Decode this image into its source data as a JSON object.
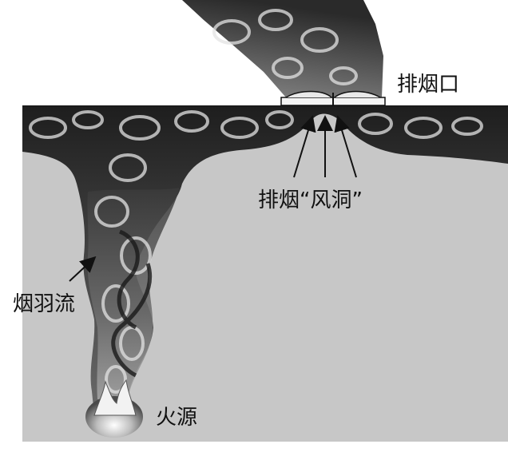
{
  "labels": {
    "exhaust_outlet": "排烟口",
    "exhaust_hole": "排烟“风洞”",
    "smoke_plume": "烟羽流",
    "fire_source": "火源"
  },
  "colors": {
    "room_fill": "#c7c7c7",
    "smoke_dark": "#2b2b2b",
    "smoke_mid": "#7a7a7a",
    "swirl_light": "#e3e3e3",
    "arrow": "#111111"
  }
}
